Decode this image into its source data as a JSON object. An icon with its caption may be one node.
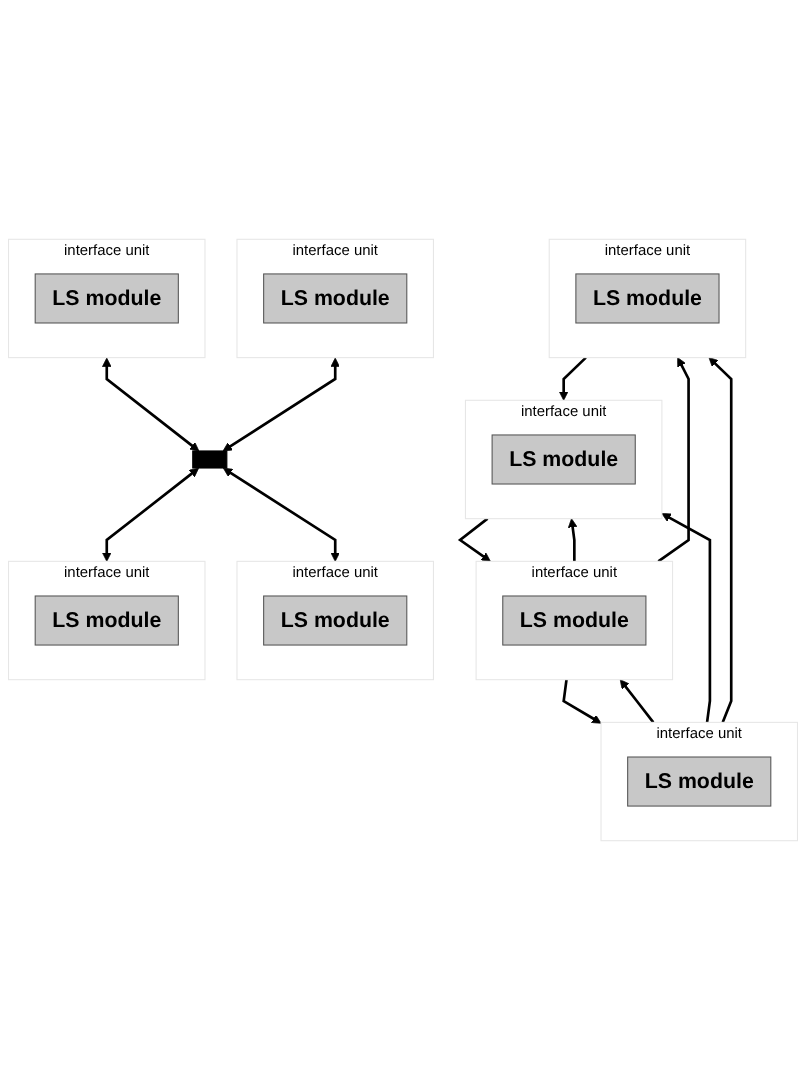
{
  "diagram": {
    "nodes": [
      {
        "text": [
          "interface unit"
        ]
      },
      {
        "text": [
          "LS module"
        ],
        "in": 0
      },
      {
        "text": [
          "interface unit"
        ]
      },
      {
        "text": [
          "LS module"
        ],
        "in": 2
      },
      {
        "text": [
          "interface unit"
        ]
      },
      {
        "text": [
          "LS module"
        ],
        "in": 4
      },
      {
        "text": [
          "interface unit"
        ]
      },
      {
        "text": [
          "LS module"
        ],
        "in": 6
      },
      {
        "text": [
          "interface unit"
        ]
      },
      {
        "text": [
          "LS module"
        ],
        "in": 8
      },
      {
        "text": [
          "interface unit"
        ]
      },
      {
        "text": [
          "LS module"
        ],
        "in": 10
      },
      {
        "text": [],
        "shape": "bar"
      },
      {
        "text": [
          "interface unit"
        ]
      },
      {
        "text": [
          "LS module"
        ],
        "in": 13
      },
      {
        "text": [
          "interface unit"
        ]
      },
      {
        "text": [
          "LS module"
        ],
        "in": 15
      }
    ],
    "edges": [
      {
        "from": 2,
        "to": 0,
        "arrow": "to"
      },
      {
        "from": 0,
        "to": 2,
        "arrow": "to"
      },
      {
        "from": 0,
        "to": 4,
        "arrow": "to"
      },
      {
        "from": 2,
        "to": 4,
        "arrow": "to"
      },
      {
        "from": 4,
        "to": 2,
        "arrow": "to"
      },
      {
        "from": 0,
        "to": 6,
        "arrow": "to"
      },
      {
        "from": 2,
        "to": 6,
        "arrow": "to"
      },
      {
        "from": 6,
        "to": 4,
        "arrow": "to"
      },
      {
        "from": 8,
        "to": 12,
        "arrow": "both"
      },
      {
        "from": 10,
        "to": 12,
        "arrow": "both"
      },
      {
        "from": 12,
        "to": 13,
        "arrow": "both"
      },
      {
        "from": 12,
        "to": 15,
        "arrow": "both"
      }
    ]
  }
}
